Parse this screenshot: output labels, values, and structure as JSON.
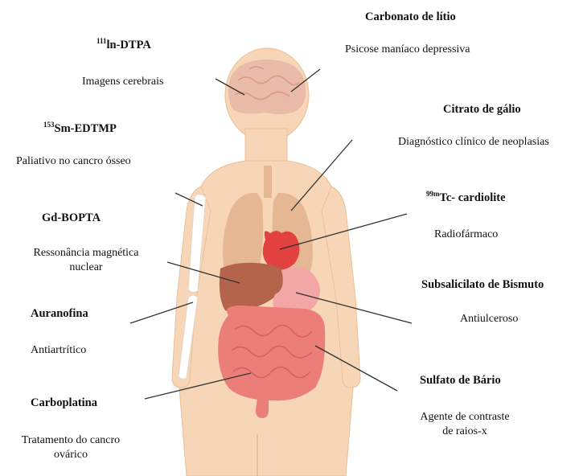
{
  "labels": {
    "in_dtpa": {
      "sup": "111",
      "name": "ln-DTPA",
      "use": "Imagens cerebrais"
    },
    "sm_edtmp": {
      "sup": "153",
      "name": "Sm-EDTMP",
      "use": "Paliativo no cancro ósseo"
    },
    "gd_bopta": {
      "name": "Gd-BOPTA",
      "use_line1": "Ressonância magnética",
      "use_line2": "nuclear"
    },
    "auranofina": {
      "name": "Auranofina",
      "use": "Antiartrítico"
    },
    "carboplatina": {
      "name": "Carboplatina",
      "use_line1": "Tratamento do cancro",
      "use_line2": "ovárico"
    },
    "carbonato_litio": {
      "name": "Carbonato de lítio",
      "use": "Psicose maníaco depressiva"
    },
    "citrato_galio": {
      "name": "Citrato de gálio",
      "use": "Diagnóstico clínico de neoplasias"
    },
    "tc_cardiolite": {
      "sup": "99m",
      "name": "Tc- cardiolite",
      "use": "Radiofármaco"
    },
    "bismuto": {
      "name": "Subsalicilato de Bismuto",
      "use": "Antiulceroso"
    },
    "bario": {
      "name": "Sulfato de Bário",
      "use_line1": "Agente de contraste",
      "use_line2": "de raios-x"
    }
  },
  "colors": {
    "skin": "#f6d6b6",
    "skin_edge": "#e8c09a",
    "brain": "#e9bba8",
    "lungs": "#e5b893",
    "heart": "#e2413f",
    "liver": "#b4644a",
    "stomach": "#f3a6a6",
    "intestine": "#ec7e7a",
    "bone": "#ffffff",
    "leader": "#333333"
  },
  "icons": {
    "body": "human-body-silhouette-icon"
  }
}
